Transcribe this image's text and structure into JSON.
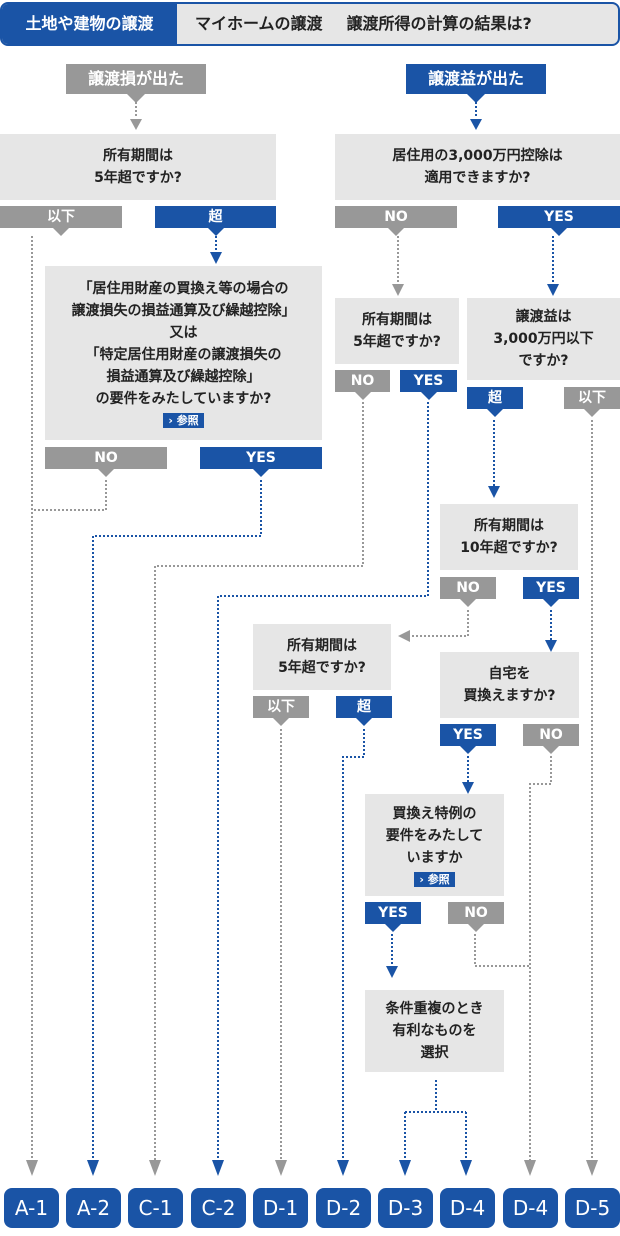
{
  "header": {
    "tab_label": "土地や建物の譲渡",
    "subtitle": "マイホームの譲渡",
    "title": "譲渡所得の計算の結果は?"
  },
  "colors": {
    "blue": "#1a54a6",
    "gray": "#989898",
    "box": "#e6e6e6"
  },
  "loss": {
    "start_label": "譲渡損が出た",
    "q1": {
      "lines": [
        "所有期間は",
        "5年超ですか?"
      ],
      "no_label": "以下",
      "yes_label": "超"
    },
    "q2": {
      "lines": [
        "「居住用財産の買換え等の場合の",
        "譲渡損失の損益通算及び繰越控除」",
        "又は",
        "「特定居住用財産の譲渡損失の",
        "損益通算及び繰越控除」",
        "の要件をみたしていますか?"
      ],
      "ref_label": "参照",
      "no_label": "NO",
      "yes_label": "YES"
    }
  },
  "gain": {
    "start_label": "譲渡益が出た",
    "q1": {
      "lines": [
        "居住用の3,000万円控除は",
        "適用できますか?"
      ],
      "no_label": "NO",
      "yes_label": "YES"
    },
    "q_period5": {
      "lines": [
        "所有期間は",
        "5年超ですか?"
      ],
      "no_label": "NO",
      "yes_label": "YES"
    },
    "q_amount": {
      "lines": [
        "譲渡益は",
        "3,000万円以下",
        "ですか?"
      ],
      "over_label": "超",
      "under_label": "以下"
    },
    "q_period10": {
      "lines": [
        "所有期間は",
        "10年超ですか?"
      ],
      "no_label": "NO",
      "yes_label": "YES"
    },
    "q_period5b": {
      "lines": [
        "所有期間は",
        "5年超ですか?"
      ],
      "under_label": "以下",
      "over_label": "超"
    },
    "q_replace": {
      "lines": [
        "自宅を",
        "買換えますか?"
      ],
      "yes_label": "YES",
      "no_label": "NO"
    },
    "q_special": {
      "lines": [
        "買換え特例の",
        "要件をみたして",
        "いますか"
      ],
      "ref_label": "参照",
      "yes_label": "YES",
      "no_label": "NO"
    },
    "q_choose": {
      "lines": [
        "条件重複のとき",
        "有利なものを",
        "選択"
      ]
    }
  },
  "results": [
    "A-1",
    "A-2",
    "C-1",
    "C-2",
    "D-1",
    "D-2",
    "D-3",
    "D-4",
    "D-4",
    "D-5"
  ]
}
